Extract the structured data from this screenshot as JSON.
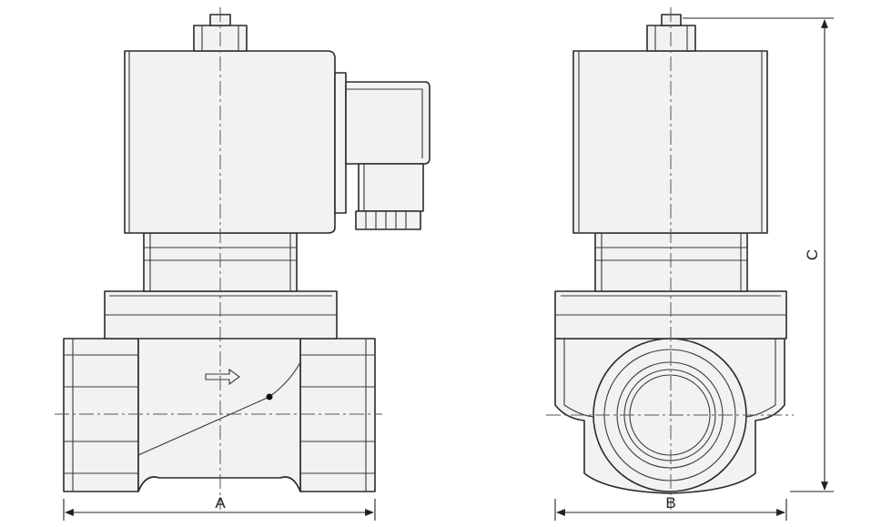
{
  "labels": {
    "dim_a": "A",
    "dim_b": "B",
    "dim_c": "C"
  },
  "colors": {
    "line": "#2a2a2a",
    "body_fill": "#f2f2f2",
    "background": "#ffffff"
  }
}
